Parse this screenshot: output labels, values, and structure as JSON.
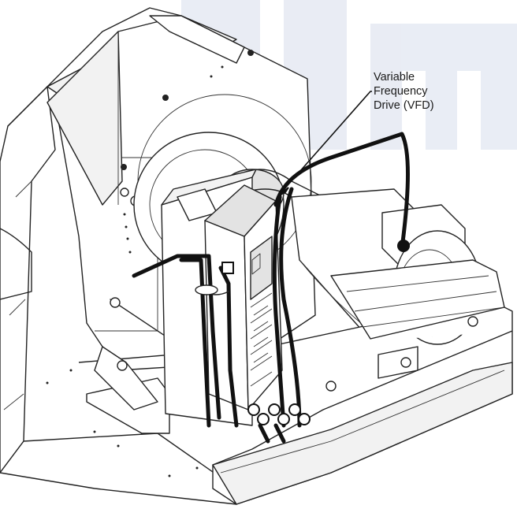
{
  "callout": {
    "lines": [
      "Variable",
      "Frequency",
      "Drive (VFD)"
    ]
  },
  "watermark": {
    "color": "#dfe4f0"
  },
  "colors": {
    "line": "#222222",
    "cable": "#111111",
    "panel": "#ffffff"
  }
}
